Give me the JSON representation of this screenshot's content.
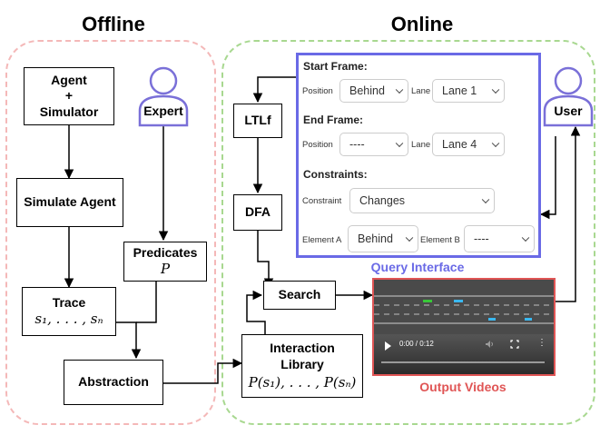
{
  "sections": {
    "offline": "Offline",
    "online": "Online"
  },
  "offline": {
    "agent_simulator": [
      "Agent",
      "+",
      "Simulator"
    ],
    "expert": "Expert",
    "simulate_agent": "Simulate Agent",
    "predicates": {
      "label": "Predicates",
      "symbol": "P"
    },
    "trace": {
      "label": "Trace",
      "formula": "s₁, . . . , sₙ"
    },
    "abstraction": "Abstraction"
  },
  "online": {
    "ltlf": "LTLf",
    "dfa": "DFA",
    "search": "Search",
    "user": "User",
    "interaction_library": {
      "label": [
        "Interaction",
        "Library"
      ],
      "formula": "P(s₁), . . . , P(sₙ)"
    },
    "query_interface": {
      "caption": "Query Interface",
      "start_frame": {
        "title": "Start Frame:",
        "position_label": "Position",
        "position_value": "Behind",
        "lane_label": "Lane",
        "lane_value": "Lane 1"
      },
      "end_frame": {
        "title": "End Frame:",
        "position_label": "Position",
        "position_value": "----",
        "lane_label": "Lane",
        "lane_value": "Lane 4"
      },
      "constraints": {
        "title": "Constraints:",
        "constraint_label": "Constraint",
        "constraint_value": "Changes",
        "element_a_label": "Element A",
        "element_a_value": "Behind",
        "element_b_label": "Element B",
        "element_b_value": "----"
      }
    },
    "output_videos": {
      "caption": "Output Videos",
      "time": "0:00 / 0:12",
      "progress": 0
    }
  },
  "colors": {
    "offline_border": "#f4b8b8",
    "online_border": "#a8d890",
    "query_interface": "#6a6ae6",
    "expert_user": "#7a70d8",
    "output_videos": "#e05555"
  }
}
